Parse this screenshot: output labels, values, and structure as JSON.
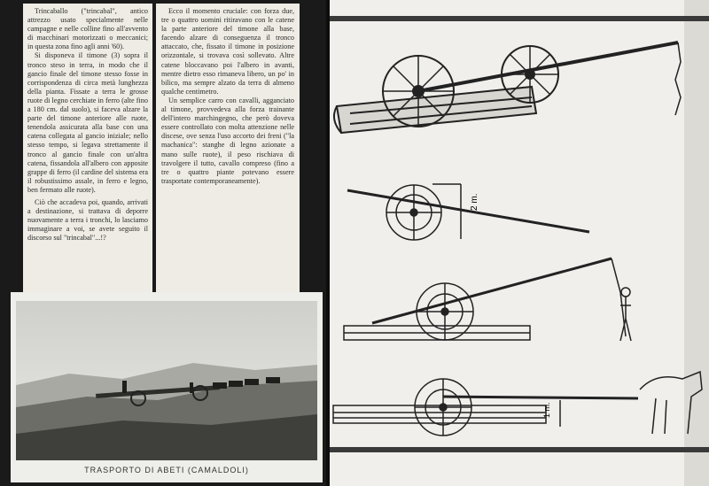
{
  "article": {
    "col1": [
      "Trincaballo (\"trincabal\", antico attrezzo usato specialmente nelle campagne e nelle colline fino all'avvento di macchinari motorizzati o meccanici; in questa zona fino agli anni '60).",
      "Si disponeva il timone (3) sopra il tronco steso in terra, in modo che il gancio finale del timone stesso fosse in corrispondenza di circa metà lunghezza della pianta. Fissate a terra le grosse ruote di legno cerchiate in ferro (alte fino a 180 cm. dal suolo), si faceva alzare la parte del timone anteriore alle ruote, tenendola assicurata alla base con una catena collegata al gancio iniziale; nello stesso tempo, si legava strettamente il tronco al gancio finale con un'altra catena, fissandola all'albero con apposite grappe di ferro (il cardine del sistema era il robustissimo assale, in ferro e legno, ben fermato alle ruote).",
      "Ciò che accadeva poi, quando, arrivati a destinazione, si trattava di deporre nuovamente a terra i tronchi, lo lasciamo immaginare a voi, se avete seguito il discorso sul \"trincabal\"...!?"
    ],
    "col2": [
      "Ecco il momento cruciale: con forza due, tre o quattro uomini ritiravano con le catene la parte anteriore del timone alla base, facendo alzare di conseguenza il tronco attaccato, che, fissato il timone in posizione orizzontale, si trovava così sollevato. Altre catene bloccavano poi l'albero in avanti, mentre dietro esso rimaneva libero, un po' in bilico, ma sempre alzato da terra di almeno qualche centimetro.",
      "Un semplice carro con cavalli, agganciato al timone, provvedeva alla forza trainante dell'intero marchingegno, che però doveva essere controllato con molta attenzione nelle discese, ove senza l'uso accorto dei freni (\"la machanica\": stanghe di legno azionate a mano sulle ruote), il peso rischiava di travolgere il tutto, cavallo compreso (fino a tre o quattro piante potevano essere trasportate contemporaneamente)."
    ]
  },
  "photo": {
    "caption": "TRASPORTO DI ABETI (CAMALDOLI)"
  },
  "diagrams": {
    "dimension_label_1": "2 m.",
    "dimension_label_2": "1 m."
  }
}
